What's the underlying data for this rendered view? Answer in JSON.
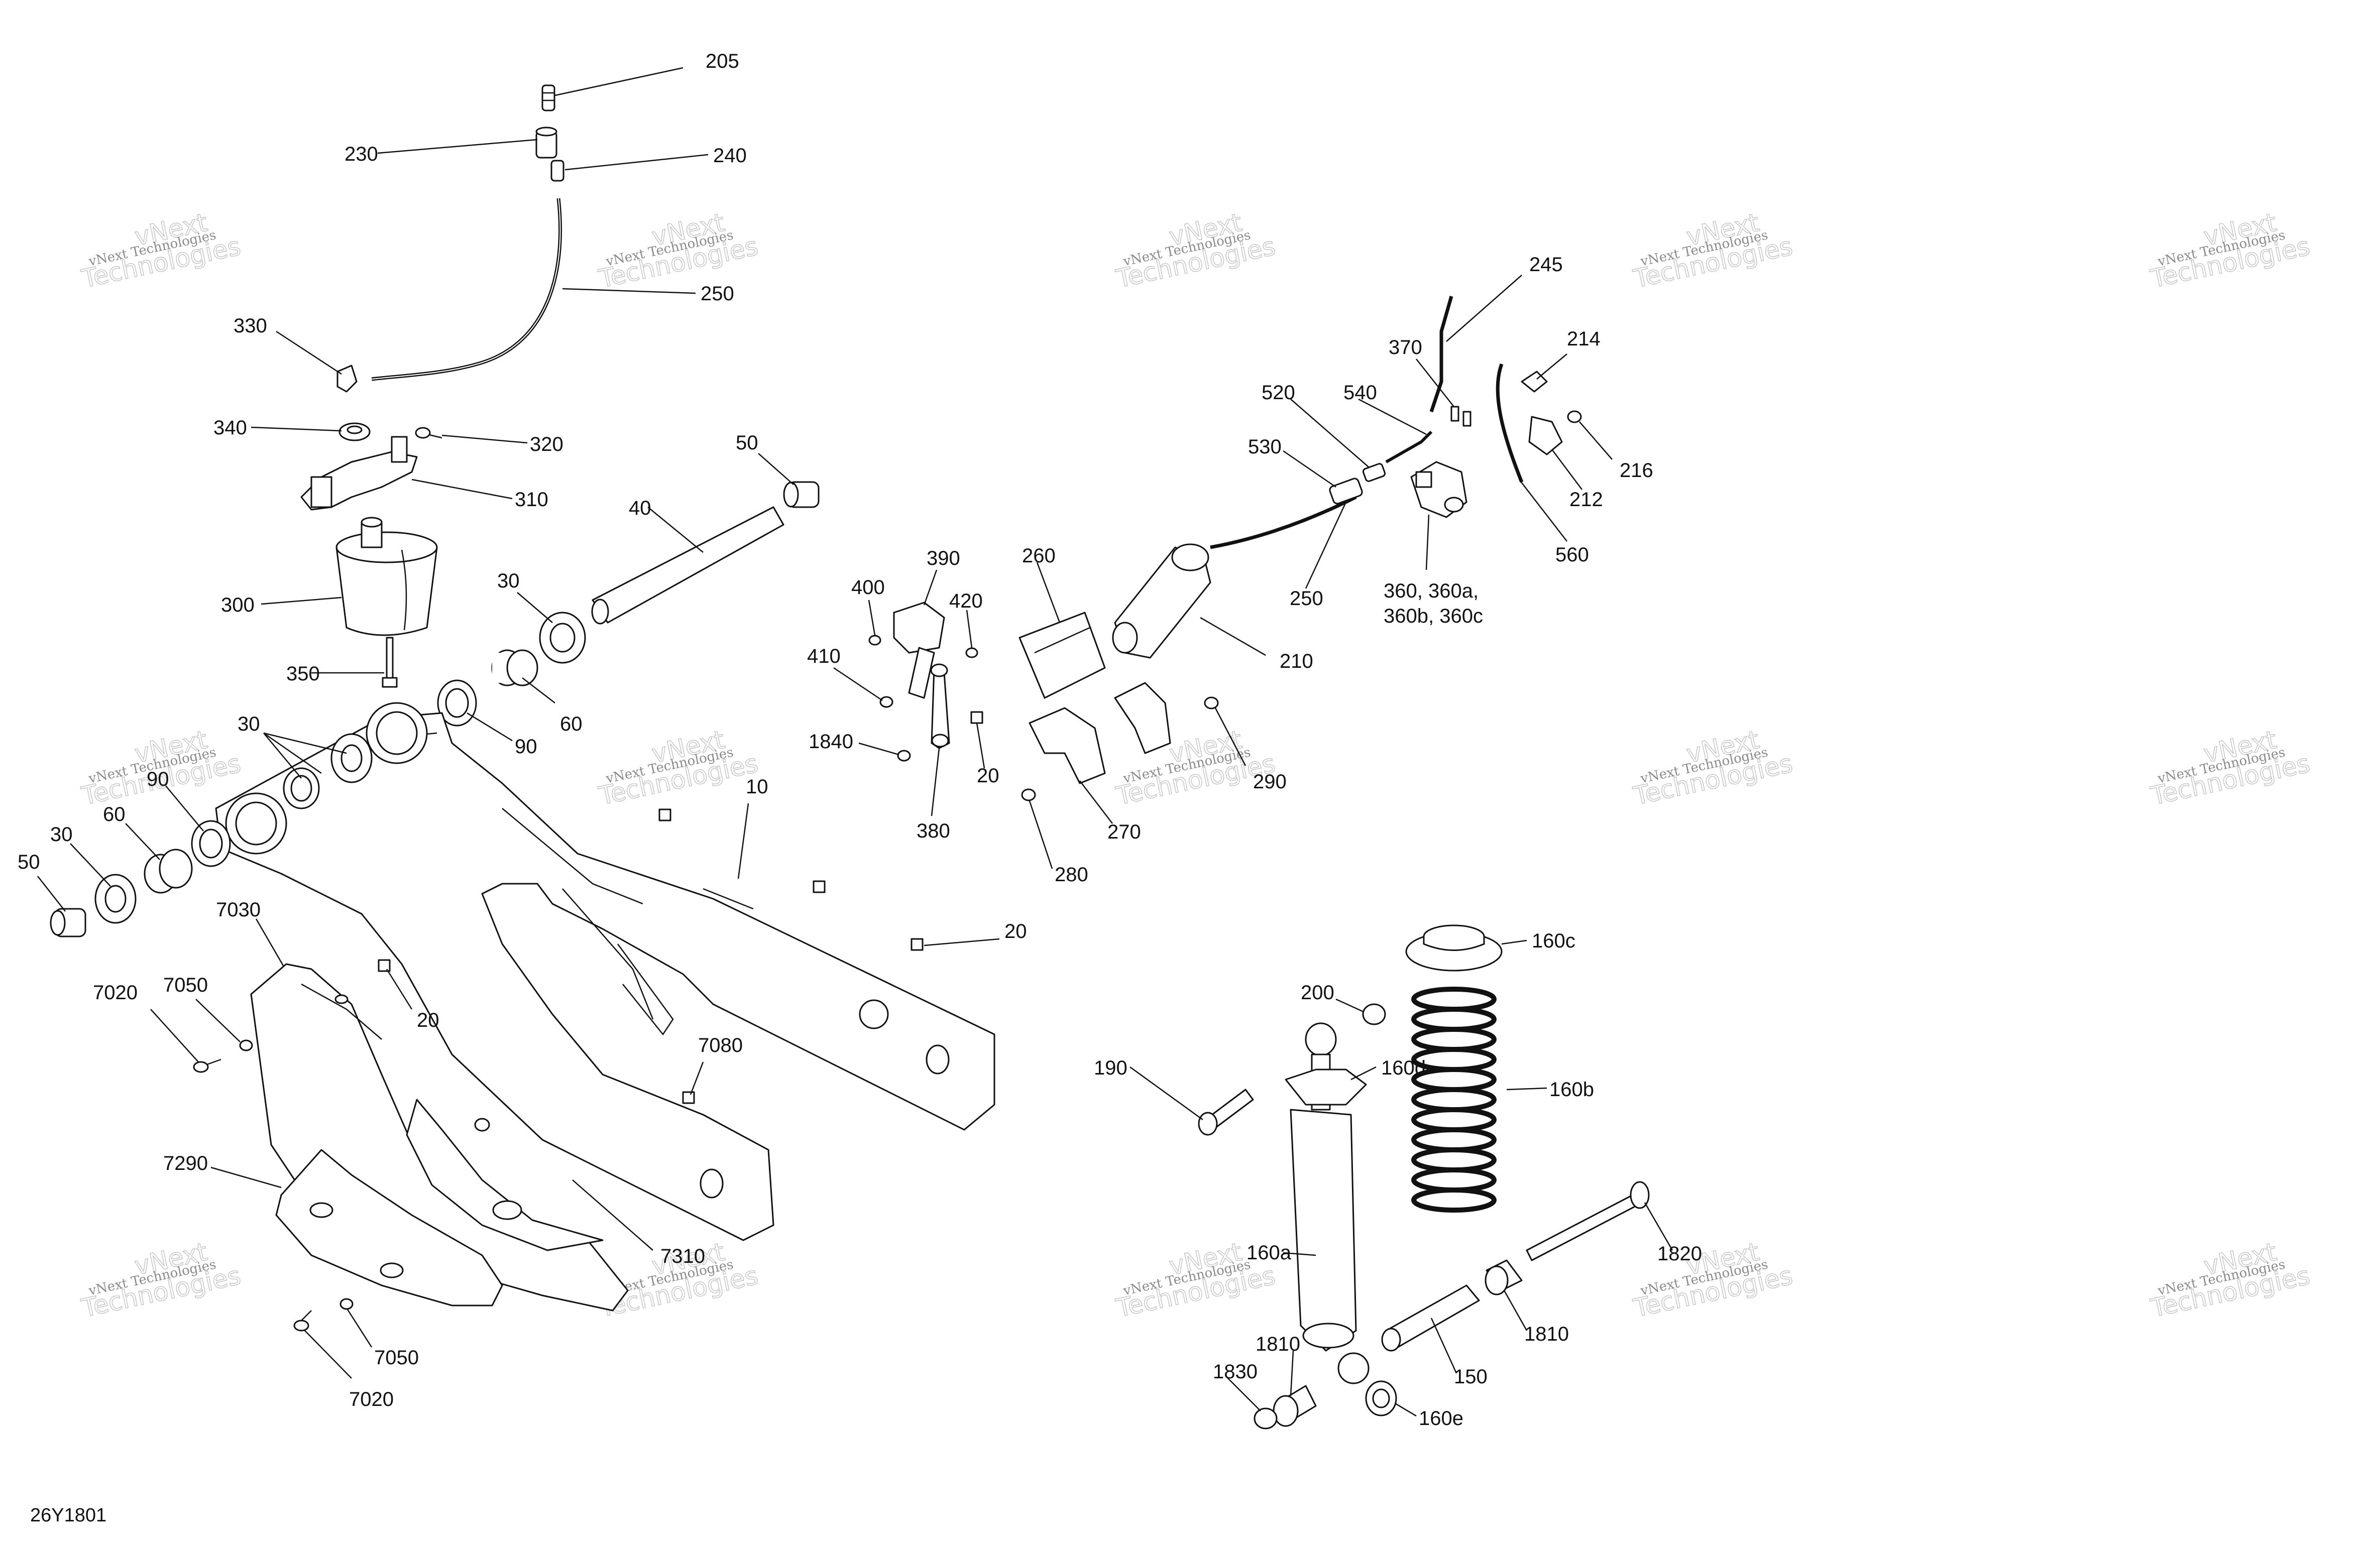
{
  "figure_code": "26Y1801",
  "watermark": {
    "line1": "vNext Technologies",
    "line2": "vNext",
    "line3": "Technologies"
  },
  "callouts": [
    {
      "id": "205",
      "text": "205"
    },
    {
      "id": "230",
      "text": "230"
    },
    {
      "id": "240",
      "text": "240"
    },
    {
      "id": "250a",
      "text": "250"
    },
    {
      "id": "330",
      "text": "330"
    },
    {
      "id": "340",
      "text": "340"
    },
    {
      "id": "320",
      "text": "320"
    },
    {
      "id": "310",
      "text": "310"
    },
    {
      "id": "300",
      "text": "300"
    },
    {
      "id": "350",
      "text": "350"
    },
    {
      "id": "50a",
      "text": "50"
    },
    {
      "id": "40",
      "text": "40"
    },
    {
      "id": "30a",
      "text": "30"
    },
    {
      "id": "60a",
      "text": "60"
    },
    {
      "id": "90a",
      "text": "90"
    },
    {
      "id": "30b",
      "text": "30"
    },
    {
      "id": "90b",
      "text": "90"
    },
    {
      "id": "60b",
      "text": "60"
    },
    {
      "id": "30c",
      "text": "30"
    },
    {
      "id": "50b",
      "text": "50"
    },
    {
      "id": "10",
      "text": "10"
    },
    {
      "id": "7030",
      "text": "7030"
    },
    {
      "id": "7020a",
      "text": "7020"
    },
    {
      "id": "7050a",
      "text": "7050"
    },
    {
      "id": "20a",
      "text": "20"
    },
    {
      "id": "7080",
      "text": "7080"
    },
    {
      "id": "7290",
      "text": "7290"
    },
    {
      "id": "7310",
      "text": "7310"
    },
    {
      "id": "7050b",
      "text": "7050"
    },
    {
      "id": "7020b",
      "text": "7020"
    },
    {
      "id": "20b",
      "text": "20"
    },
    {
      "id": "400",
      "text": "400"
    },
    {
      "id": "390",
      "text": "390"
    },
    {
      "id": "420",
      "text": "420"
    },
    {
      "id": "410",
      "text": "410"
    },
    {
      "id": "1840",
      "text": "1840"
    },
    {
      "id": "20c",
      "text": "20"
    },
    {
      "id": "380",
      "text": "380"
    },
    {
      "id": "260",
      "text": "260"
    },
    {
      "id": "210",
      "text": "210"
    },
    {
      "id": "270",
      "text": "270"
    },
    {
      "id": "280",
      "text": "280"
    },
    {
      "id": "290",
      "text": "290"
    },
    {
      "id": "245",
      "text": "245"
    },
    {
      "id": "370",
      "text": "370"
    },
    {
      "id": "214",
      "text": "214"
    },
    {
      "id": "520",
      "text": "520"
    },
    {
      "id": "540",
      "text": "540"
    },
    {
      "id": "530",
      "text": "530"
    },
    {
      "id": "216",
      "text": "216"
    },
    {
      "id": "212",
      "text": "212"
    },
    {
      "id": "560",
      "text": "560"
    },
    {
      "id": "250b",
      "text": "250"
    },
    {
      "id": "360_l1",
      "text": "360, 360a,"
    },
    {
      "id": "360_l2",
      "text": "360b, 360c"
    },
    {
      "id": "160c",
      "text": "160c"
    },
    {
      "id": "200",
      "text": "200"
    },
    {
      "id": "160d",
      "text": "160d"
    },
    {
      "id": "190",
      "text": "190"
    },
    {
      "id": "160b",
      "text": "160b"
    },
    {
      "id": "1820",
      "text": "1820"
    },
    {
      "id": "160a",
      "text": "160a"
    },
    {
      "id": "1810a",
      "text": "1810"
    },
    {
      "id": "1810b",
      "text": "1810"
    },
    {
      "id": "150",
      "text": "150"
    },
    {
      "id": "1830",
      "text": "1830"
    },
    {
      "id": "160e",
      "text": "160e"
    }
  ]
}
